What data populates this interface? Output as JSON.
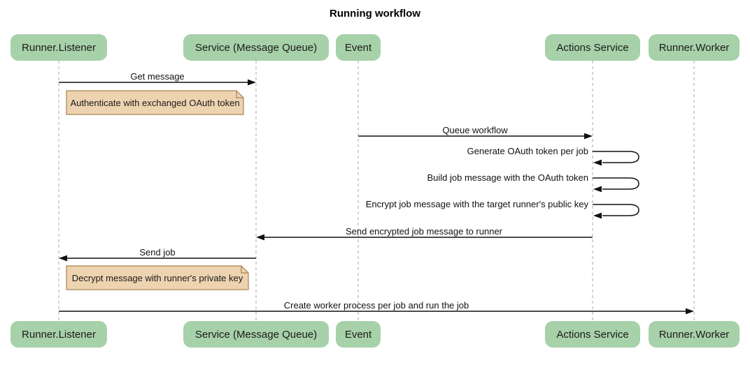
{
  "title": "Running workflow",
  "diagram_type": "sequence",
  "colors": {
    "actor_fill": "#a7d1a9",
    "note_fill": "#edd3b0",
    "note_border": "#aa8453",
    "lifeline": "#a9a9a9",
    "arrow": "#111111",
    "background": "#ffffff"
  },
  "participants": [
    {
      "label": "Runner.Listener"
    },
    {
      "label": "Service (Message Queue)"
    },
    {
      "label": "Event"
    },
    {
      "label": "Actions Service"
    },
    {
      "label": "Runner.Worker"
    }
  ],
  "messages": [
    {
      "type": "solid-arrow",
      "from": "Runner.Listener",
      "to": "Service (Message Queue)",
      "label": "Get message"
    },
    {
      "type": "note",
      "over": "Runner.Listener",
      "label": "Authenticate with exchanged OAuth token"
    },
    {
      "type": "solid-arrow",
      "from": "Event",
      "to": "Actions Service",
      "label": "Queue workflow"
    },
    {
      "type": "self-loop",
      "from": "Actions Service",
      "to": "Actions Service",
      "label": "Generate OAuth token per job"
    },
    {
      "type": "self-loop",
      "from": "Actions Service",
      "to": "Actions Service",
      "label": "Build job message with the OAuth token"
    },
    {
      "type": "self-loop",
      "from": "Actions Service",
      "to": "Actions Service",
      "label": "Encrypt job message with the target runner's public key"
    },
    {
      "type": "solid-arrow",
      "from": "Actions Service",
      "to": "Service (Message Queue)",
      "label": "Send encrypted job message to runner"
    },
    {
      "type": "solid-arrow",
      "from": "Service (Message Queue)",
      "to": "Runner.Listener",
      "label": "Send job"
    },
    {
      "type": "note",
      "over": "Runner.Listener",
      "label": "Decrypt message with runner's private key"
    },
    {
      "type": "solid-arrow",
      "from": "Runner.Listener",
      "to": "Runner.Worker",
      "label": "Create worker process per job and run the job"
    }
  ]
}
